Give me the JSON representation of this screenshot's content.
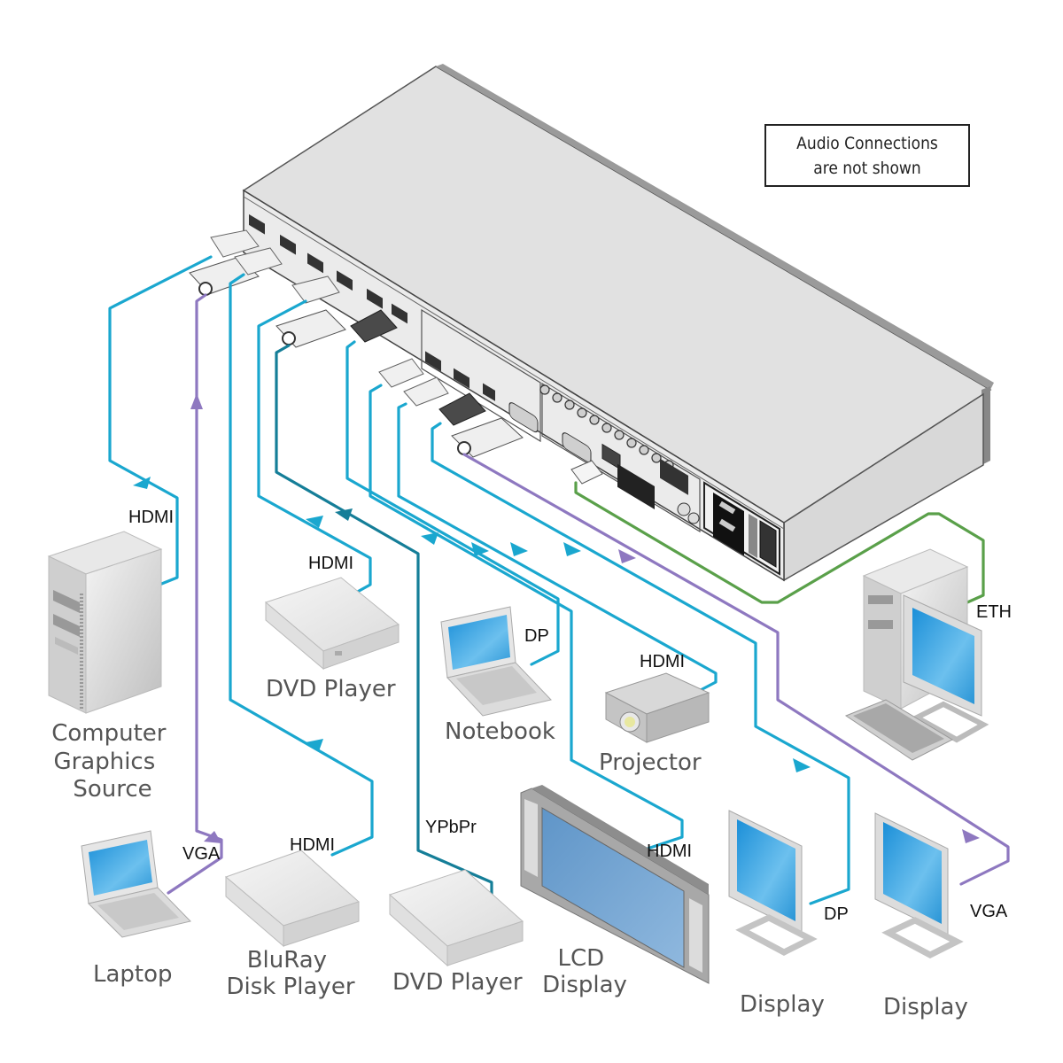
{
  "note": {
    "line1": "Audio Connections",
    "line2": "are not shown"
  },
  "colors": {
    "hdmi_cable": "#1aa7cf",
    "ypbpr_cable": "#157e98",
    "vga_cable": "#8e78c0",
    "eth_cable": "#5aa04a",
    "chassis_top": "#e0e0e0",
    "chassis_side": "#d0d0d0",
    "screen_blue": "#3aa0e0",
    "label_text": "#555555"
  },
  "connections": [
    {
      "device": "Computer Graphics Source",
      "cable": "HDMI",
      "direction": "input"
    },
    {
      "device": "Laptop",
      "cable": "VGA",
      "direction": "input"
    },
    {
      "device": "BluRay Disk Player",
      "cable": "HDMI",
      "direction": "input"
    },
    {
      "device": "DVD Player (top)",
      "cable": "HDMI",
      "direction": "input"
    },
    {
      "device": "DVD Player (bottom)",
      "cable": "YPbPr",
      "direction": "input"
    },
    {
      "device": "Notebook",
      "cable": "DP",
      "direction": "input"
    },
    {
      "device": "LCD Display",
      "cable": "HDMI",
      "direction": "output"
    },
    {
      "device": "Projector",
      "cable": "HDMI",
      "direction": "output"
    },
    {
      "device": "Display (DP)",
      "cable": "DP",
      "direction": "output"
    },
    {
      "device": "Display (VGA)",
      "cable": "VGA",
      "direction": "output"
    },
    {
      "device": "PC",
      "cable": "ETH",
      "direction": "control"
    }
  ],
  "labels": {
    "cable_hdmi_cgs": "HDMI",
    "cable_hdmi_dvd_top": "HDMI",
    "cable_dp_notebook": "DP",
    "cable_hdmi_projector": "HDMI",
    "cable_eth": "ETH",
    "cable_vga_laptop": "VGA",
    "cable_hdmi_bluray": "HDMI",
    "cable_ypbpr": "YPbPr",
    "cable_hdmi_lcd": "HDMI",
    "cable_dp_display": "DP",
    "cable_vga_display": "VGA"
  },
  "devices": {
    "cgs": [
      "Computer",
      "Graphics",
      "Source"
    ],
    "dvd_top": [
      "DVD Player"
    ],
    "notebook": [
      "Notebook"
    ],
    "projector": [
      "Projector"
    ],
    "laptop": [
      "Laptop"
    ],
    "bluray": [
      "BluRay",
      "Disk Player"
    ],
    "dvd_bottom": [
      "DVD Player"
    ],
    "lcd": [
      "LCD",
      "Display"
    ],
    "display_dp": [
      "Display"
    ],
    "display_vga": [
      "Display"
    ]
  }
}
